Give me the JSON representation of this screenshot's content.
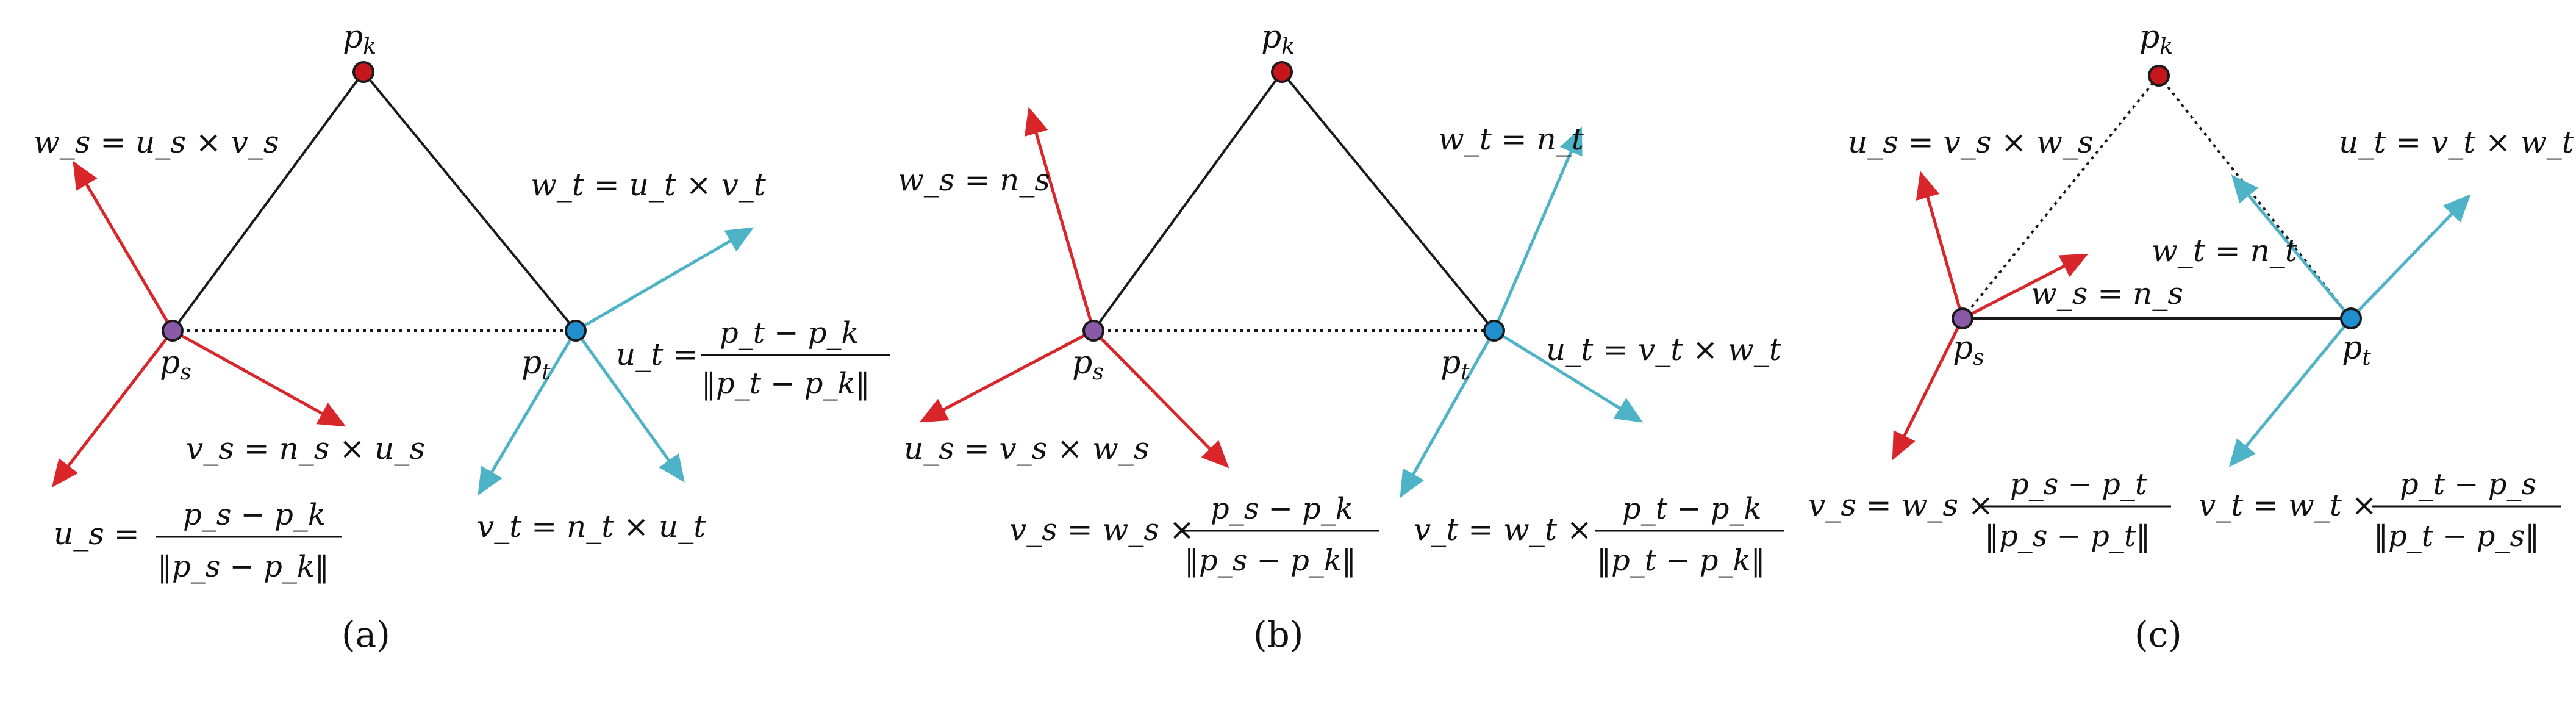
{
  "colors": {
    "line": "#1a1a1a",
    "red": "#d9262b",
    "blue": "#4fb3c8",
    "point_red": "#c4161c",
    "point_blue": "#1f8fd0"
  },
  "panels": [
    {
      "id": "a",
      "caption": "(a)",
      "points": {
        "pk": "p",
        "pk_sub": "k",
        "ps": "p",
        "ps_sub": "s",
        "pt": "p",
        "pt_sub": "t"
      },
      "labels": {
        "ws": "w_s = u_s × v_s",
        "wt": "w_t = u_t × v_t",
        "ut_lhs": "u_t =",
        "ut_num": "p_t − p_k",
        "ut_den": "‖p_t − p_k‖",
        "vs": "v_s = n_s × u_s",
        "us_lhs": "u_s =",
        "us_num": "p_s − p_k",
        "us_den": "‖p_s − p_k‖",
        "vt": "v_t = n_t × u_t"
      }
    },
    {
      "id": "b",
      "caption": "(b)",
      "points": {
        "pk": "p",
        "pk_sub": "k",
        "ps": "p",
        "ps_sub": "s",
        "pt": "p",
        "pt_sub": "t"
      },
      "labels": {
        "ws": "w_s = n_s",
        "wt": "w_t = n_t",
        "ut": "u_t = v_t × w_t",
        "us": "u_s = v_s × w_s",
        "vs_lhs": "v_s = w_s ×",
        "vs_num": "p_s − p_k",
        "vs_den": "‖p_s − p_k‖",
        "vt_lhs": "v_t = w_t ×",
        "vt_num": "p_t − p_k",
        "vt_den": "‖p_t − p_k‖"
      }
    },
    {
      "id": "c",
      "caption": "(c)",
      "points": {
        "pk": "p",
        "pk_sub": "k",
        "ps": "p",
        "ps_sub": "s",
        "pt": "p",
        "pt_sub": "t"
      },
      "labels": {
        "us": "u_s = v_s × w_s",
        "ut": "u_t = v_t × w_t",
        "wt": "w_t = n_t",
        "ws": "w_s = n_s",
        "vs_lhs": "v_s = w_s ×",
        "vs_num": "p_s − p_t",
        "vs_den": "‖p_s − p_t‖",
        "vt_lhs": "v_t = w_t ×",
        "vt_num": "p_t − p_s",
        "vt_den": "‖p_t − p_s‖"
      }
    }
  ]
}
